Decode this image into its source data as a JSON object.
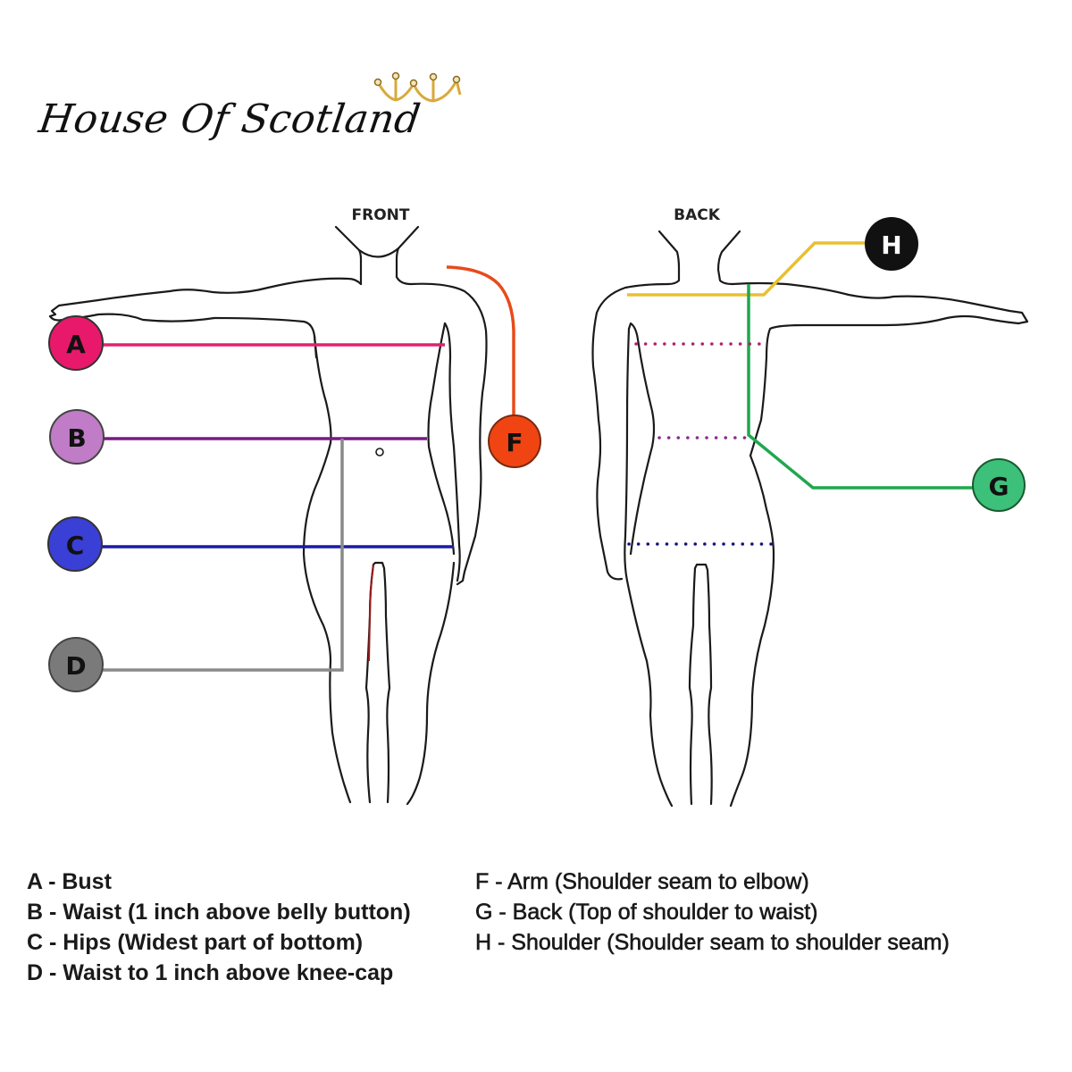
{
  "brand": {
    "name": "House Of Scotland",
    "logo_icon": "crown-icon",
    "crown_color": "#d9a93a"
  },
  "views": {
    "front": {
      "label": "FRONT"
    },
    "back": {
      "label": "BACK"
    }
  },
  "markers": [
    {
      "letter": "A",
      "color": "#e8196a",
      "line_color": "#e0226e",
      "view": "front",
      "text": "A - Bust"
    },
    {
      "letter": "B",
      "color": "#c07cc6",
      "line_color": "#7a1a86",
      "view": "front",
      "text": "B - Waist (1 inch above belly button)"
    },
    {
      "letter": "C",
      "color": "#3a3fd6",
      "line_color": "#1a1aa8",
      "view": "front",
      "text": "C - Hips (Widest part of bottom)"
    },
    {
      "letter": "D",
      "color": "#7a7a7a",
      "line_color": "#8a8a8a",
      "view": "front",
      "text": "D - Waist to 1 inch above knee-cap"
    },
    {
      "letter": "F",
      "color": "#f04512",
      "line_color": "#e84a1a",
      "view": "front",
      "text": "F - Arm (Shoulder seam to elbow)"
    },
    {
      "letter": "G",
      "color": "#3dc07a",
      "line_color": "#1fa84f",
      "view": "back",
      "text": "G - Back (Top of shoulder to waist)"
    },
    {
      "letter": "H",
      "color": "#111111",
      "line_color": "#e8c030",
      "view": "back",
      "text": "H - Shoulder (Shoulder seam to shoulder seam)"
    }
  ],
  "back_dotted_lines": [
    {
      "name": "bust",
      "color": "#b0206a"
    },
    {
      "name": "waist",
      "color": "#8a2a90"
    },
    {
      "name": "hips",
      "color": "#14147a"
    }
  ],
  "legend": {
    "left": [
      "A - Bust",
      "B - Waist (1 inch above belly button)",
      "C - Hips (Widest part of bottom)",
      "D - Waist to 1 inch above knee-cap"
    ],
    "right": [
      "F - Arm (Shoulder seam to elbow)",
      "G - Back (Top of shoulder to waist)",
      "H - Shoulder (Shoulder seam to shoulder seam)"
    ]
  }
}
